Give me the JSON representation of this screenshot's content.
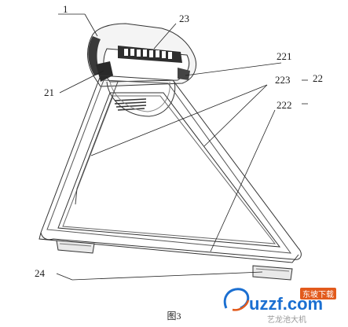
{
  "figure": {
    "caption": "图3",
    "callouts": {
      "c1": "1",
      "c23": "23",
      "c221": "221",
      "c22": "22",
      "c21": "21",
      "c223": "223",
      "c222": "222",
      "c24": "24"
    }
  },
  "watermark": {
    "brand": "uzzf.com",
    "tag": "东坡下载",
    "footer": "艺龙池大机"
  }
}
